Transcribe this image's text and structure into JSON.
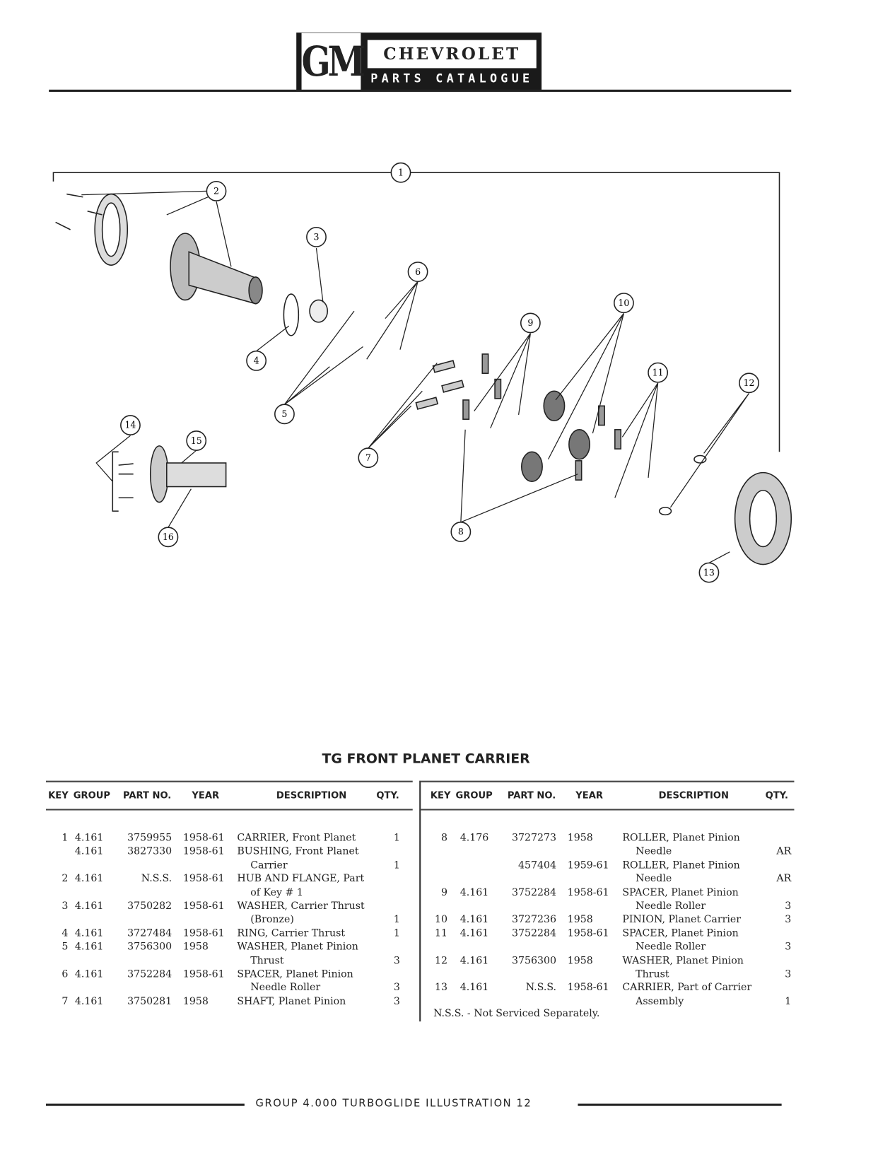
{
  "header": {
    "logo_left": "GM",
    "logo_top": "CHEVROLET",
    "logo_bottom": "PARTS CATALOGUE"
  },
  "diagram": {
    "callouts": [
      "1",
      "2",
      "3",
      "4",
      "5",
      "6",
      "7",
      "8",
      "9",
      "10",
      "11",
      "12",
      "13",
      "14",
      "15",
      "16"
    ]
  },
  "title": "TG FRONT PLANET CARRIER",
  "columns": {
    "key": "KEY",
    "group": "GROUP",
    "part": "PART NO.",
    "year": "YEAR",
    "desc": "DESCRIPTION",
    "qty": "QTY."
  },
  "left_rows": [
    {
      "key": "1",
      "group": "4.161",
      "part": "3759955",
      "year": "1958-61",
      "desc": [
        "CARRIER, Front Planet"
      ],
      "qty": "1"
    },
    {
      "key": "",
      "group": "4.161",
      "part": "3827330",
      "year": "1958-61",
      "desc": [
        "BUSHING, Front Planet",
        "Carrier"
      ],
      "qty": "1"
    },
    {
      "key": "2",
      "group": "4.161",
      "part": "N.S.S.",
      "year": "1958-61",
      "desc": [
        "HUB AND FLANGE, Part",
        "of Key # 1"
      ],
      "qty": ""
    },
    {
      "key": "3",
      "group": "4.161",
      "part": "3750282",
      "year": "1958-61",
      "desc": [
        "WASHER, Carrier Thrust",
        "(Bronze)"
      ],
      "qty": "1"
    },
    {
      "key": "4",
      "group": "4.161",
      "part": "3727484",
      "year": "1958-61",
      "desc": [
        "RING, Carrier Thrust"
      ],
      "qty": "1"
    },
    {
      "key": "5",
      "group": "4.161",
      "part": "3756300",
      "year": "1958",
      "desc": [
        "WASHER, Planet Pinion",
        "Thrust"
      ],
      "qty": "3"
    },
    {
      "key": "6",
      "group": "4.161",
      "part": "3752284",
      "year": "1958-61",
      "desc": [
        "SPACER, Planet Pinion",
        "Needle Roller"
      ],
      "qty": "3"
    },
    {
      "key": "7",
      "group": "4.161",
      "part": "3750281",
      "year": "1958",
      "desc": [
        "SHAFT, Planet Pinion"
      ],
      "qty": "3"
    }
  ],
  "right_rows": [
    {
      "key": "8",
      "group": "4.176",
      "part": "3727273",
      "year": "1958",
      "desc": [
        "ROLLER, Planet Pinion",
        "Needle"
      ],
      "qty": "AR"
    },
    {
      "key": "",
      "group": "",
      "part": "457404",
      "year": "1959-61",
      "desc": [
        "ROLLER, Planet Pinion",
        "Needle"
      ],
      "qty": "AR"
    },
    {
      "key": "9",
      "group": "4.161",
      "part": "3752284",
      "year": "1958-61",
      "desc": [
        "SPACER, Planet Pinion",
        "Needle Roller"
      ],
      "qty": "3"
    },
    {
      "key": "10",
      "group": "4.161",
      "part": "3727236",
      "year": "1958",
      "desc": [
        "PINION, Planet Carrier"
      ],
      "qty": "3"
    },
    {
      "key": "11",
      "group": "4.161",
      "part": "3752284",
      "year": "1958-61",
      "desc": [
        "SPACER, Planet Pinion",
        "Needle Roller"
      ],
      "qty": "3"
    },
    {
      "key": "12",
      "group": "4.161",
      "part": "3756300",
      "year": "1958",
      "desc": [
        "WASHER, Planet Pinion",
        "Thrust"
      ],
      "qty": "3"
    },
    {
      "key": "13",
      "group": "4.161",
      "part": "N.S.S.",
      "year": "1958-61",
      "desc": [
        "CARRIER, Part of Carrier",
        "Assembly"
      ],
      "qty": "1"
    }
  ],
  "note": "N.S.S. - Not Serviced Separately.",
  "footer": "GROUP 4.000 TURBOGLIDE ILLUSTRATION 12"
}
